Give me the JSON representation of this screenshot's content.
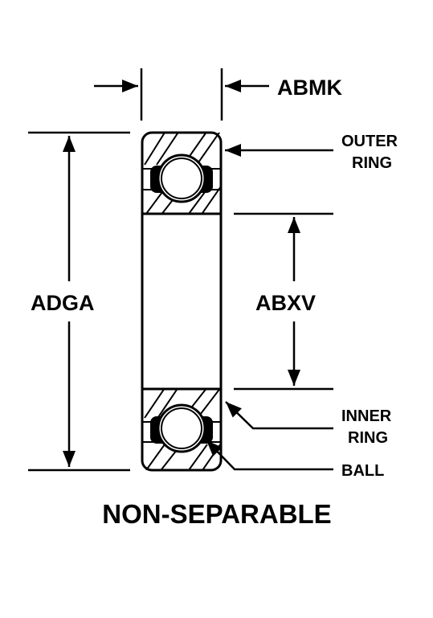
{
  "labels": {
    "width": "ABMK",
    "outer_diameter": "ADGA",
    "bore": "ABXV",
    "outer_ring_line1": "OUTER",
    "outer_ring_line2": "RING",
    "inner_ring_line1": "INNER",
    "inner_ring_line2": "RING",
    "ball": "BALL",
    "title": "NON-SEPARABLE"
  }
}
